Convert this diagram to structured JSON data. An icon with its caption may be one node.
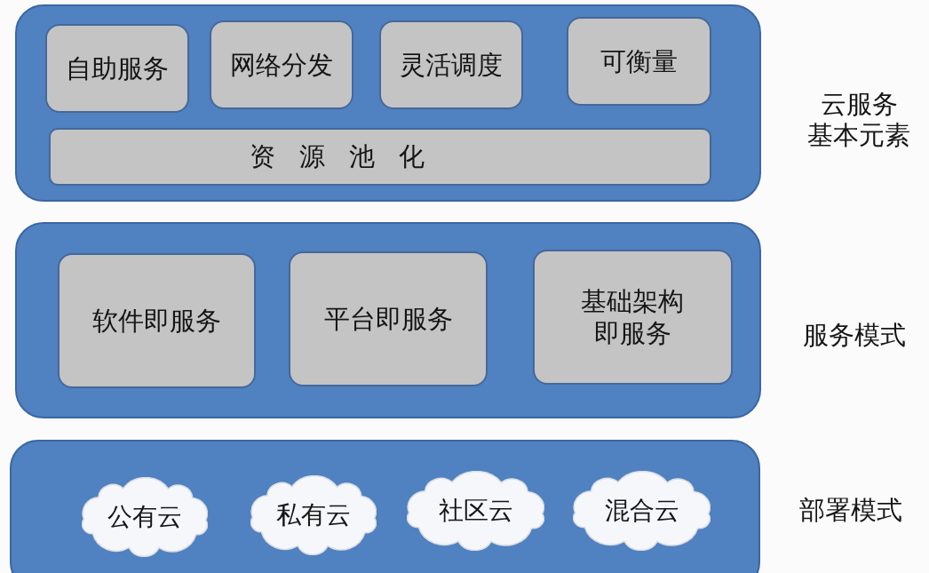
{
  "diagram": {
    "nodes": [
      {
        "text": [],
        "shape": "box",
        "beside": [
          "云服务基本元素"
        ]
      },
      {
        "text": [
          "自助服务"
        ],
        "in": 0
      },
      {
        "text": [
          "网络分发"
        ],
        "in": 0
      },
      {
        "text": [
          "灵活调度"
        ],
        "in": 0
      },
      {
        "text": [
          "可衡量"
        ],
        "in": 0
      },
      {
        "text": [
          "资源池化"
        ],
        "in": 0
      },
      {
        "text": [],
        "shape": "box",
        "beside": [
          "服务模式"
        ]
      },
      {
        "text": [
          "软件即服务"
        ],
        "in": 6
      },
      {
        "text": [
          "平台即服务"
        ],
        "in": 6
      },
      {
        "text": [
          "基础架构即服务"
        ],
        "in": 6
      },
      {
        "text": [],
        "shape": "box",
        "beside": [
          "部署模式"
        ]
      },
      {
        "text": [
          "公有云"
        ],
        "in": 10
      },
      {
        "text": [
          "私有云"
        ],
        "in": 10
      },
      {
        "text": [
          "社区云"
        ],
        "in": 10
      },
      {
        "text": [
          "混合云"
        ],
        "in": 10
      }
    ],
    "edges": []
  }
}
